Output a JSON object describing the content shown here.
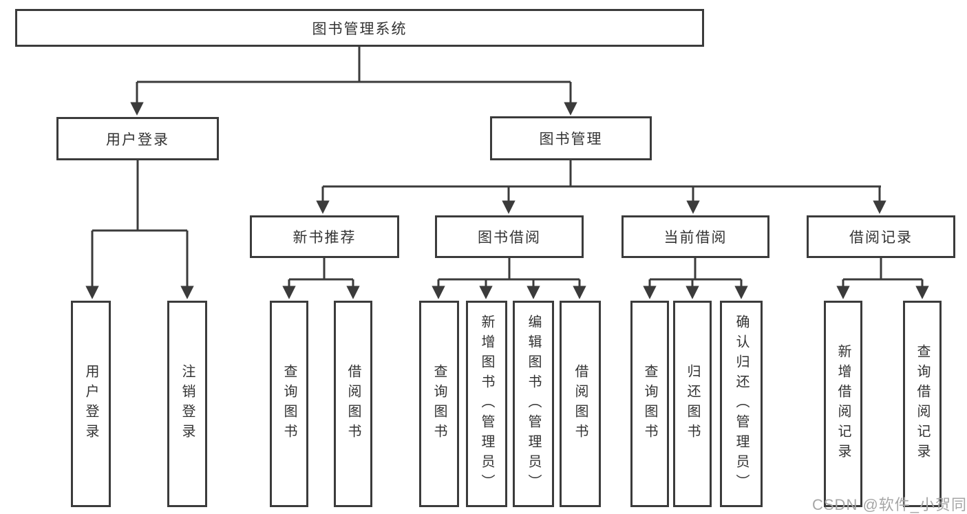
{
  "diagram": {
    "tree": {
      "root": {
        "label": "图书管理系统",
        "children": [
          {
            "label": "用户登录",
            "children": [
              {
                "label": "用户登录"
              },
              {
                "label": "注销登录"
              }
            ]
          },
          {
            "label": "图书管理",
            "children": [
              {
                "label": "新书推荐",
                "children": [
                  {
                    "label": "查询图书"
                  },
                  {
                    "label": "借阅图书"
                  }
                ]
              },
              {
                "label": "图书借阅",
                "children": [
                  {
                    "label": "查询图书"
                  },
                  {
                    "label": "新增图书（管理员）"
                  },
                  {
                    "label": "编辑图书（管理员）"
                  },
                  {
                    "label": "借阅图书"
                  }
                ]
              },
              {
                "label": "当前借阅",
                "children": [
                  {
                    "label": "查询图书"
                  },
                  {
                    "label": "归还图书"
                  },
                  {
                    "label": "确认归还（管理员）"
                  }
                ]
              },
              {
                "label": "借阅记录",
                "children": [
                  {
                    "label": "新增借阅记录"
                  },
                  {
                    "label": "查询借阅记录"
                  }
                ]
              }
            ]
          }
        ]
      }
    },
    "colors": {
      "line": "#3b3b3b",
      "text": "#333333",
      "watermark": "#a6a6a6",
      "background": "#ffffff"
    },
    "watermark": "CSDN @软件_小贺同学"
  }
}
